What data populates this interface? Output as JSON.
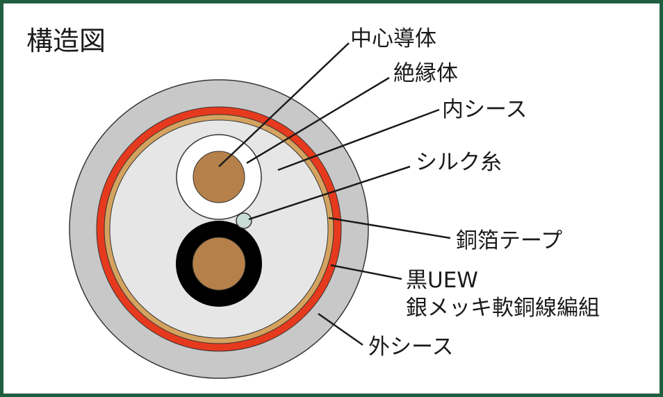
{
  "title": "構造図",
  "labels": {
    "center_conductor": "中心導体",
    "insulator": "絶縁体",
    "inner_sheath": "内シース",
    "silk_thread": "シルク糸",
    "copper_foil_tape": "銅箔テープ",
    "braid_line1": "黒UEW",
    "braid_line2": "銀メッキ軟銅線編組",
    "outer_sheath": "外シース"
  },
  "colors": {
    "border": "#1f5e3f",
    "outer_sheath": "#c8c8c8",
    "braid": "#e63a1e",
    "copper_foil": "#d4a35f",
    "inner_sheath": "#e6e6e6",
    "conductor": "#b5804a",
    "insulator_white": "#ffffff",
    "insulator_black": "#000000",
    "silk_thread": "#c9dcd6"
  }
}
